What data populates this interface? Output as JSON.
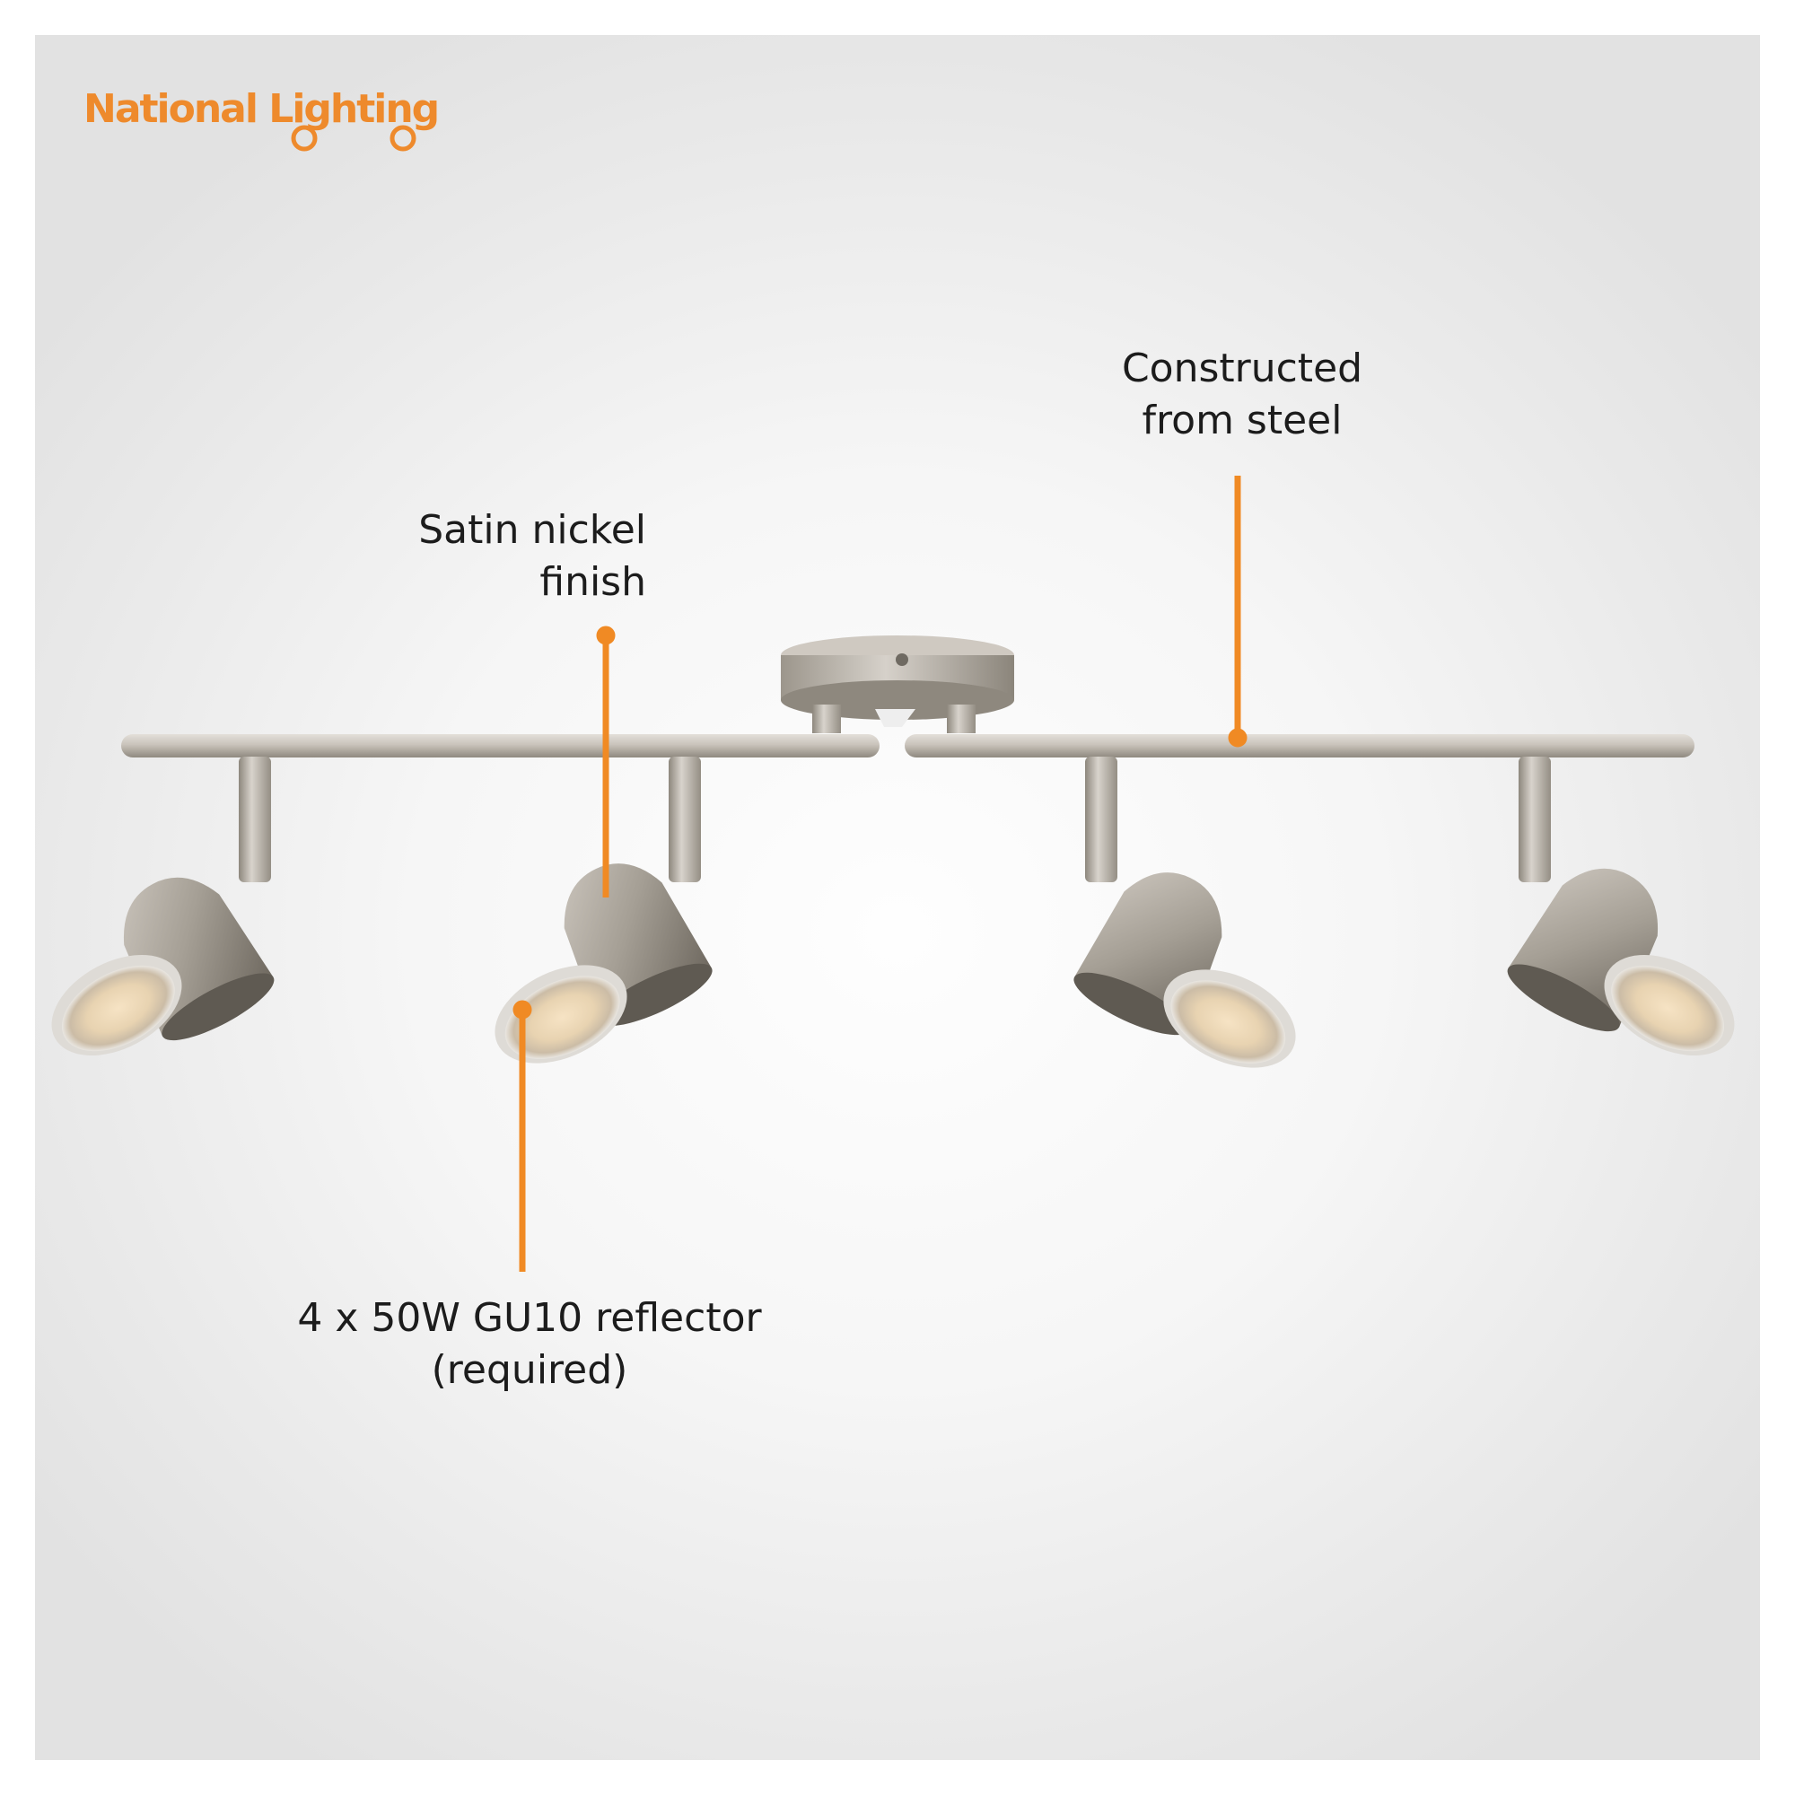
{
  "brand": {
    "name": "National Lighting",
    "color": "#ee8a2c"
  },
  "callouts": {
    "steel": {
      "line1": "Constructed",
      "line2": "from steel"
    },
    "satin": {
      "line1": "Satin nickel",
      "line2": "finish"
    },
    "bulb": {
      "line1": "4 x 50W GU10 reflector",
      "line2": "(required)"
    }
  },
  "colors": {
    "accent": "#f08a24",
    "text": "#1c1c1c",
    "metal": "#b9b3ab"
  },
  "icons": [
    "bulb-icon"
  ]
}
